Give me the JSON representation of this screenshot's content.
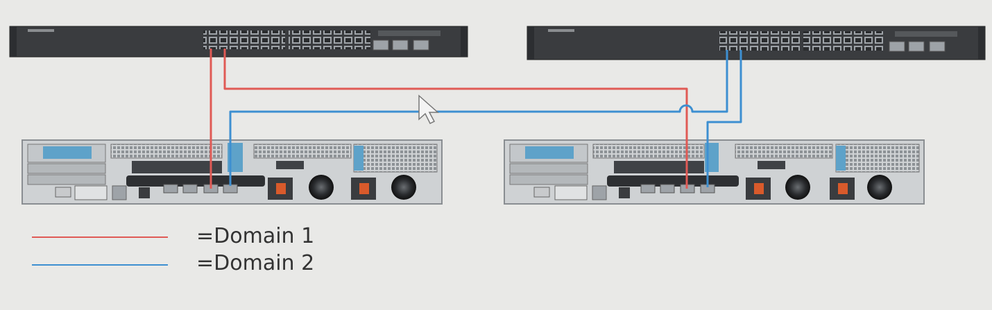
{
  "colors": {
    "domain1": "#e05a55",
    "domain2": "#3d8fd1",
    "background": "#e9e9e7",
    "rack_dark": "#3a3c3f",
    "server_body": "#cfd2d4"
  },
  "legend": {
    "domain1_label": "=Domain 1",
    "domain2_label": "=Domain 2"
  },
  "devices": [
    {
      "kind": "switch",
      "icon": "network-switch-icon"
    },
    {
      "kind": "switch",
      "icon": "network-switch-icon"
    },
    {
      "kind": "server",
      "icon": "rack-server-icon"
    },
    {
      "kind": "server",
      "icon": "rack-server-icon"
    }
  ],
  "links": [
    {
      "domain": "domain1",
      "from": "switch-left",
      "to": "server-left"
    },
    {
      "domain": "domain1",
      "from": "switch-left",
      "to": "server-right"
    },
    {
      "domain": "domain2",
      "from": "switch-right",
      "to": "server-left"
    },
    {
      "domain": "domain2",
      "from": "switch-right",
      "to": "server-right"
    }
  ],
  "cursor": {
    "icon": "mouse-pointer-icon"
  }
}
